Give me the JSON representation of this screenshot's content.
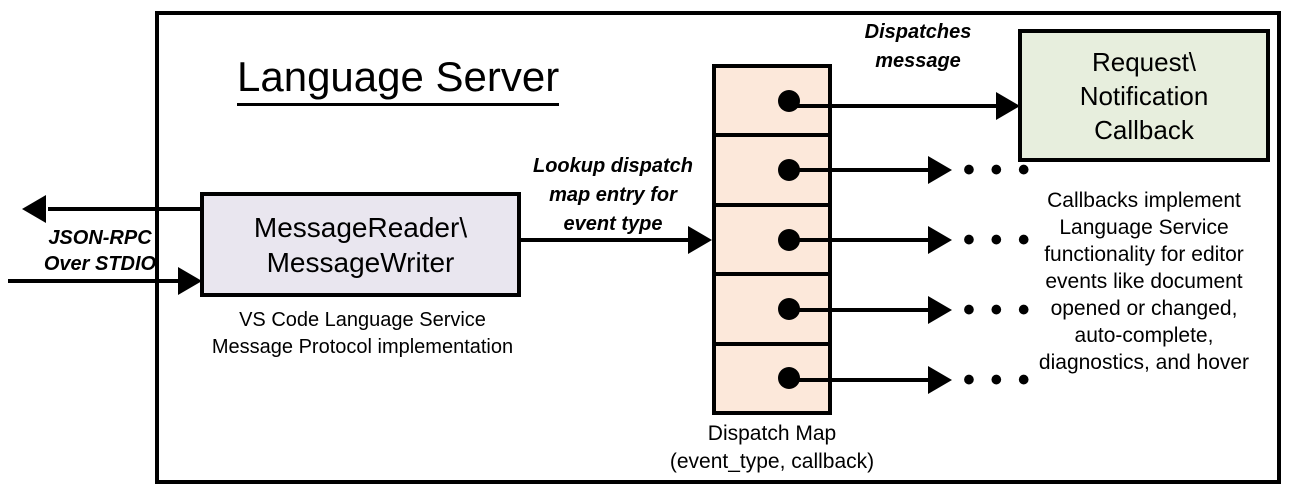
{
  "diagram": {
    "title": "Language Server",
    "boundary_name": "Language Server boundary"
  },
  "external_channel": {
    "label_line1": "JSON-RPC",
    "label_line2": "Over STDIO",
    "outbound_arrow": "arrow-left",
    "inbound_arrow": "arrow-right"
  },
  "message_rw": {
    "title_line1": "MessageReader\\",
    "title_line2": "MessageWriter",
    "caption_line1": "VS Code Language Service",
    "caption_line2": "Message Protocol implementation",
    "fill": "#e9e6ef"
  },
  "lookup_edge": {
    "label_line1": "Lookup dispatch",
    "label_line2": "map entry for",
    "label_line3": "event type"
  },
  "dispatch_map": {
    "caption_line1": "Dispatch Map",
    "caption_line2": "(event_type, callback)",
    "fill": "#fce8da",
    "cells": [
      {
        "name": "dispatch-entry-1"
      },
      {
        "name": "dispatch-entry-2"
      },
      {
        "name": "dispatch-entry-3"
      },
      {
        "name": "dispatch-entry-4"
      },
      {
        "name": "dispatch-entry-5"
      }
    ]
  },
  "dispatch_edge": {
    "label_line1": "Dispatches",
    "label_line2": "message"
  },
  "callback": {
    "title_line1": "Request\\",
    "title_line2": "Notification",
    "title_line3": "Callback",
    "caption_line1": "Callbacks implement",
    "caption_line2": "Language Service",
    "caption_line3": "functionality for editor",
    "caption_line4": "events like document",
    "caption_line5": "opened or changed,",
    "caption_line6": "auto-complete,",
    "caption_line7": "diagnostics, and hover",
    "fill": "#e7eedd"
  },
  "ellipses": {
    "mark": "• • •",
    "count": 4
  }
}
